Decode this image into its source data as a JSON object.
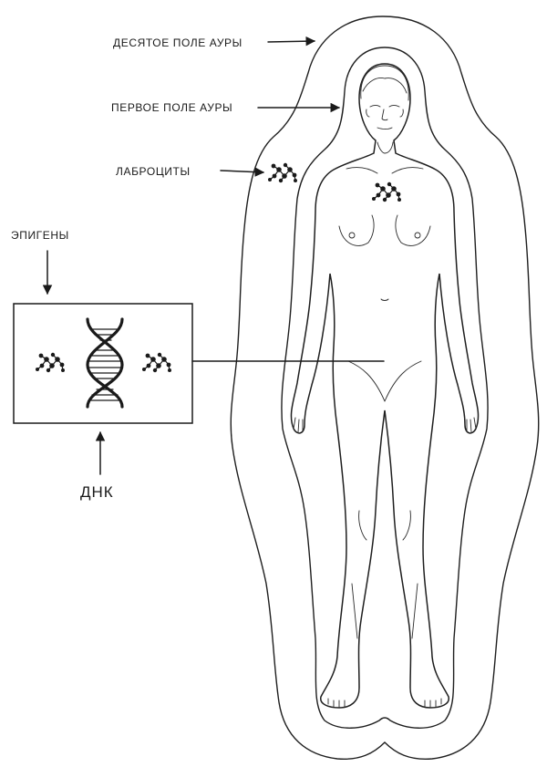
{
  "labels": {
    "tenth_field": "ДЕСЯТОЕ ПОЛЕ АУРЫ",
    "first_field": "ПЕРВОЕ ПОЛЕ АУРЫ",
    "labrocytes": "ЛАБРОЦИТЫ",
    "epigenes": "ЭПИГЕНЫ",
    "dna": "ДНК"
  },
  "icons": {
    "molecule": "molecule-cluster-icon",
    "dna": "dna-double-helix-icon",
    "arrow": "arrow-icon"
  },
  "colors": {
    "ink": "#1a1a1a",
    "background": "#ffffff"
  }
}
